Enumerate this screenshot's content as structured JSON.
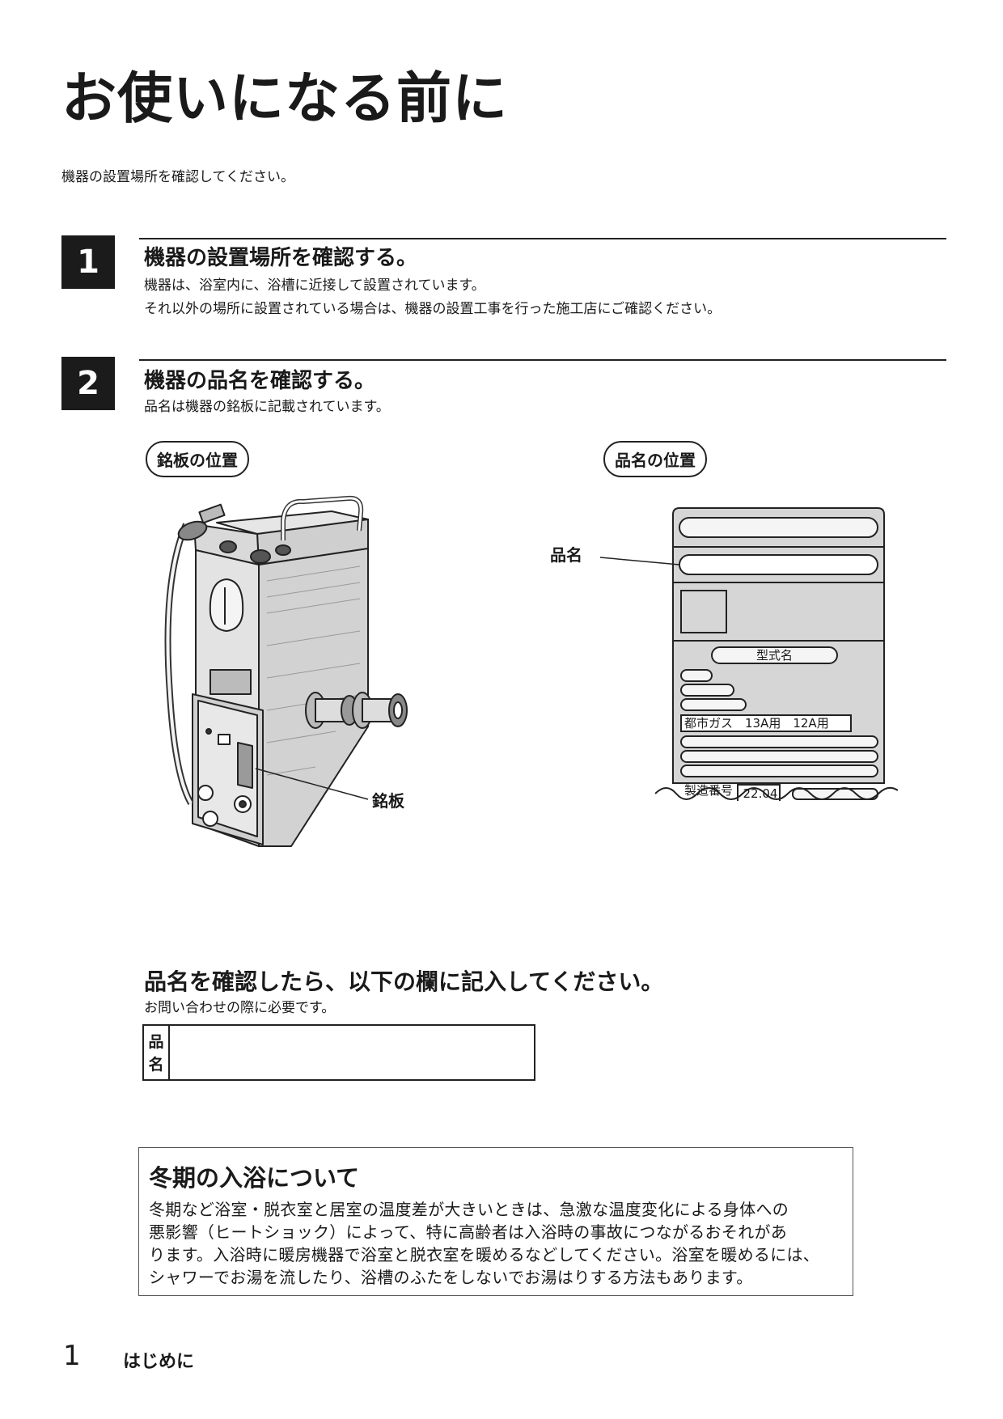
{
  "page_title": "お使いになる前に",
  "intro": "機器の設置場所を確認してください。",
  "steps": [
    {
      "number": "1",
      "title": "機器の設置場所を確認する。",
      "lines": [
        "機器は、浴室内に、浴槽に近接して設置されています。",
        "それ以外の場所に設置されている場合は、機器の設置工事を行った施工店にご確認ください。"
      ]
    },
    {
      "number": "2",
      "title": "機器の品名を確認する。",
      "lines": [
        "品名は機器の銘板に記載されています。"
      ]
    }
  ],
  "figures": {
    "left_heading": "銘板の位置",
    "left_callout": "銘板",
    "right_heading": "品名の位置",
    "right_callout": "品名",
    "plate": {
      "model_label": "型式名",
      "gas_type": "都市ガス　13A用　12A用",
      "serial_label": "製造番号",
      "serial_value": "22.04"
    }
  },
  "record": {
    "title": "品名を確認したら、以下の欄に記入してください。",
    "note": "お問い合わせの際に必要です。",
    "label": "品名",
    "value": ""
  },
  "notice": {
    "title": "冬期の入浴について",
    "lines": [
      "冬期など浴室・脱衣室と居室の温度差が大きいときは、急激な温度変化による身体への",
      "悪影響（ヒートショック）によって、特に高齢者は入浴時の事故につながるおそれがあ",
      "ります。入浴時に暖房機器で浴室と脱衣室を暖めるなどしてください。浴室を暖めるには、",
      "シャワーでお湯を流したり、浴槽のふたをしないでお湯はりする方法もあります。"
    ]
  },
  "footer": {
    "page_number": "1",
    "section": "はじめに"
  }
}
